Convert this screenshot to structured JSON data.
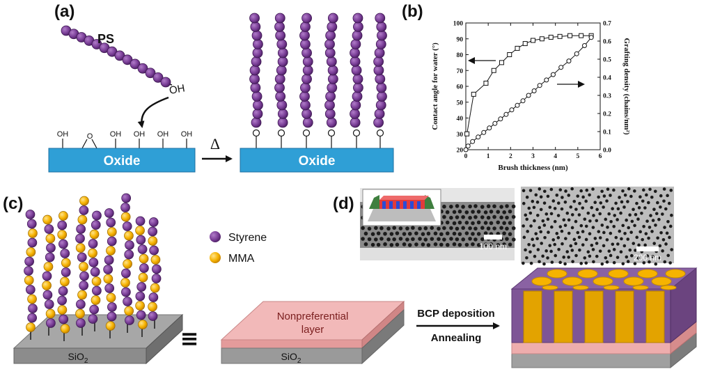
{
  "labels": {
    "a": "(a)",
    "b": "(b)",
    "c": "(c)",
    "d": "(d)",
    "ps": "PS",
    "oh": "OH",
    "o": "O",
    "delta": "Δ",
    "oxide": "Oxide",
    "styrene": "Styrene",
    "mma": "MMA",
    "sio2": "SiO",
    "sio2_sub": "2",
    "equiv": "≡",
    "npl1": "Nonpreferential",
    "npl2": "layer",
    "step1": "BCP deposition",
    "step2": "Annealing",
    "scale1": "100 nm",
    "scale2": "200 nm"
  },
  "colors": {
    "purple": "#7b3f98",
    "gold": "#f6b300",
    "oxide": "#2f9fd6",
    "pink": "#eeadad",
    "grey": "#9a9a9a"
  },
  "chart_data": {
    "type": "line",
    "xlabel": "Brush thickness (nm)",
    "ylabel_left": "Contact angle for water (°)",
    "ylabel_right": "Grafting density (chains/nm²)",
    "xlim": [
      0,
      6
    ],
    "ylim_left": [
      20,
      100
    ],
    "ylim_right": [
      0.0,
      0.7
    ],
    "xticks": [
      "0",
      "1",
      "2",
      "3",
      "4",
      "5",
      "6"
    ],
    "yticks_left": [
      "20",
      "30",
      "40",
      "50",
      "60",
      "70",
      "80",
      "90",
      "100"
    ],
    "yticks_right": [
      "0.0",
      "0.1",
      "0.2",
      "0.3",
      "0.4",
      "0.5",
      "0.6",
      "0.7"
    ],
    "series": [
      {
        "axis": "left",
        "marker": "square",
        "x": [
          0.05,
          0.35,
          0.9,
          1.25,
          1.6,
          1.95,
          2.3,
          2.65,
          3.0,
          3.4,
          3.8,
          4.2,
          4.65,
          5.15,
          5.6
        ],
        "y": [
          30,
          55,
          62,
          70,
          75,
          80,
          84,
          87,
          89,
          90,
          91,
          91.5,
          92,
          92,
          92
        ]
      },
      {
        "axis": "right",
        "marker": "circle",
        "x": [
          0,
          0.1,
          0.3,
          0.55,
          0.8,
          1.05,
          1.3,
          1.55,
          1.8,
          2.05,
          2.3,
          2.55,
          2.8,
          3.05,
          3.3,
          3.6,
          3.9,
          4.25,
          4.6,
          4.95,
          5.3,
          5.6
        ],
        "y": [
          0.0,
          0.02,
          0.045,
          0.07,
          0.095,
          0.12,
          0.145,
          0.17,
          0.195,
          0.22,
          0.245,
          0.27,
          0.3,
          0.325,
          0.355,
          0.385,
          0.415,
          0.455,
          0.49,
          0.53,
          0.575,
          0.62
        ]
      }
    ]
  }
}
